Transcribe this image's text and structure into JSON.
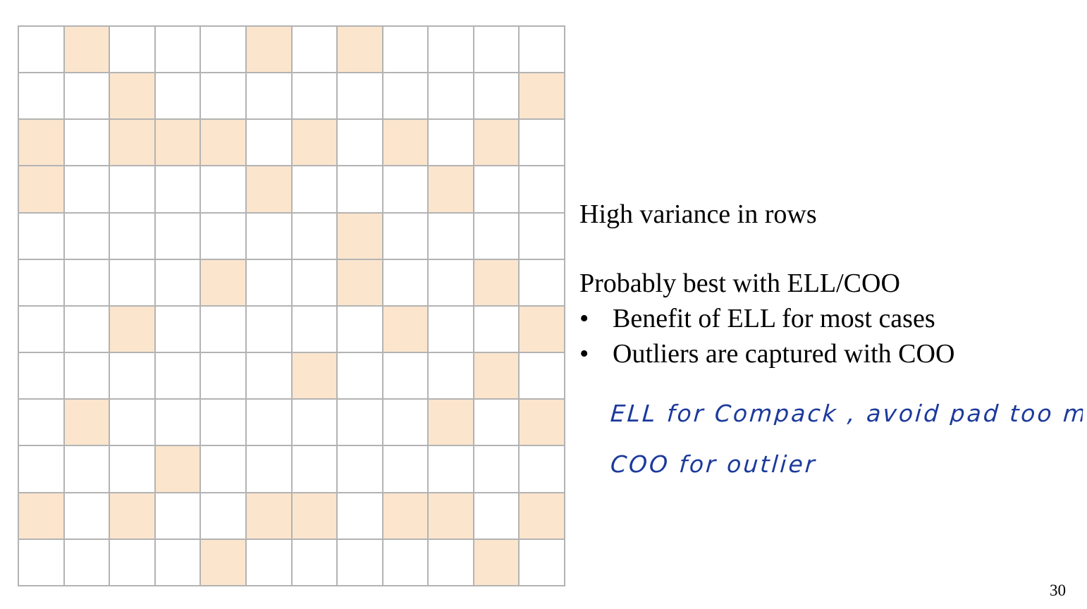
{
  "slide": {
    "heading": "High variance in rows",
    "subheading": "Probably best with ELL/COO",
    "bullets": [
      {
        "marker": "•",
        "text": "Benefit of ELL for most cases"
      },
      {
        "marker": "•",
        "text": "Outliers are captured with COO"
      }
    ],
    "handwritten_notes": [
      "ELL for Compack , avoid pad too much",
      "COO for outlier"
    ],
    "page_number": "30"
  },
  "matrix": {
    "rows": 12,
    "cols": 12,
    "filled_color": "#fbe5cd",
    "empty_color": "#ffffff",
    "grid_line_color": "#b3b3b3",
    "cells": [
      [
        0,
        1,
        0,
        0,
        0,
        1,
        0,
        1,
        0,
        0,
        0,
        0
      ],
      [
        0,
        0,
        1,
        0,
        0,
        0,
        0,
        0,
        0,
        0,
        0,
        1
      ],
      [
        1,
        0,
        1,
        1,
        1,
        0,
        1,
        0,
        1,
        0,
        1,
        0
      ],
      [
        1,
        0,
        0,
        0,
        0,
        1,
        0,
        0,
        0,
        1,
        0,
        0
      ],
      [
        0,
        0,
        0,
        0,
        0,
        0,
        0,
        1,
        0,
        0,
        0,
        0
      ],
      [
        0,
        0,
        0,
        0,
        1,
        0,
        0,
        1,
        0,
        0,
        1,
        0
      ],
      [
        0,
        0,
        1,
        0,
        0,
        0,
        0,
        0,
        1,
        0,
        0,
        1
      ],
      [
        0,
        0,
        0,
        0,
        0,
        0,
        1,
        0,
        0,
        0,
        1,
        0
      ],
      [
        0,
        1,
        0,
        0,
        0,
        0,
        0,
        0,
        0,
        1,
        0,
        1
      ],
      [
        0,
        0,
        0,
        1,
        0,
        0,
        0,
        0,
        0,
        0,
        0,
        0
      ],
      [
        1,
        0,
        1,
        0,
        0,
        1,
        1,
        0,
        1,
        1,
        0,
        1
      ],
      [
        0,
        0,
        0,
        0,
        1,
        0,
        0,
        0,
        0,
        0,
        1,
        0
      ]
    ]
  }
}
